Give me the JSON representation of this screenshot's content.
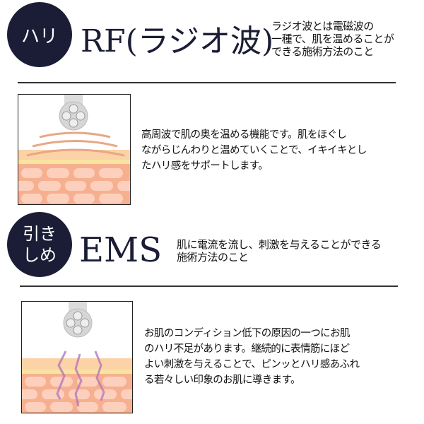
{
  "rf_section": {
    "badge": "ハリ",
    "title": "RF(ラジオ波)",
    "description_lines": [
      "ラジオ波とは電磁波の",
      "一種で、肌を温めることが",
      "できる施術方法のこと"
    ],
    "body_lines": [
      "高周波で肌の奥を温める機能です。肌をほぐし",
      "ながらじんわりと温めていくことで、イキイキとし",
      "たハリ感をサポートします。"
    ]
  },
  "ems_section": {
    "badge_lines": [
      "引き",
      "しめ"
    ],
    "title": "EMS",
    "description_lines": [
      "肌に電流を流し、刺激を与えることができる",
      "施術方法のこと"
    ],
    "body_lines": [
      "お肌のコンディション低下の原因の一つにお肌",
      "のハリ不足があります。継続的に表情筋にほど",
      "よい刺激を与えることで、ピンッとハリ感あふれ",
      "る若々しい印象のお肌に導きます。"
    ]
  },
  "colors": {
    "navy": "#1b1d36",
    "skin": "#f6a98c",
    "wave_rf": "#e9a784",
    "wave_ems": "#b47ab8"
  }
}
